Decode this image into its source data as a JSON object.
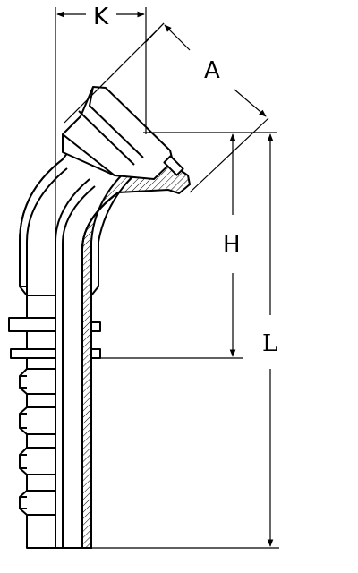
{
  "labels": {
    "k": "K",
    "a": "A",
    "h": "H",
    "l": "L"
  },
  "colors": {
    "line": "#000000",
    "fill": "#ffffff",
    "shade": "#dcdcdc",
    "hatch": "#000000"
  }
}
